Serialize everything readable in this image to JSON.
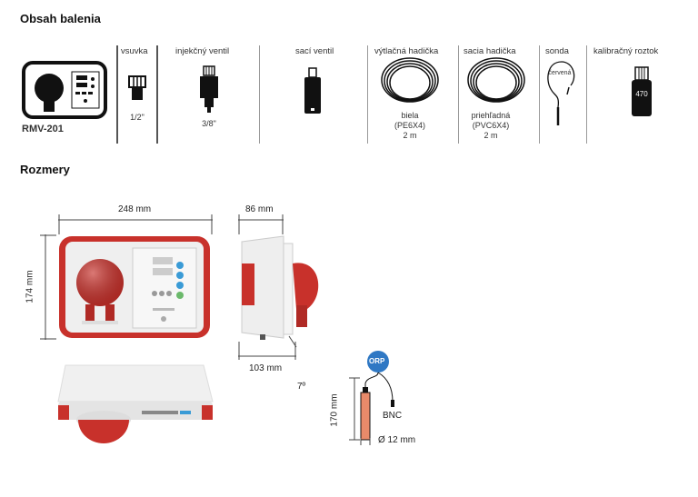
{
  "package_section": {
    "title": "Obsah balenia",
    "items": [
      {
        "label": "",
        "caption": [
          "RMV-201"
        ]
      },
      {
        "label": "vsuvka",
        "caption": [
          "1/2\""
        ]
      },
      {
        "label": "injekčný ventil",
        "caption": [
          "3/8\""
        ]
      },
      {
        "label": "sací ventil",
        "caption": []
      },
      {
        "label": "výtlačná hadička",
        "caption": [
          "biela",
          "(PE6X4)",
          "2 m"
        ]
      },
      {
        "label": "sacia hadička",
        "caption": [
          "priehľadná",
          "(PVC6X4)",
          "2 m"
        ]
      },
      {
        "label": "sonda",
        "caption": [
          "červená"
        ]
      },
      {
        "label": "kalibračný roztok",
        "caption": [
          "470"
        ]
      }
    ]
  },
  "dimensions_section": {
    "title": "Rozmery",
    "front_width": "248 mm",
    "front_height": "174 mm",
    "side_width": "86 mm",
    "side_depth": "103 mm",
    "angle": "7º",
    "probe_label": "ORP",
    "probe_length": "170 mm",
    "probe_connector": "BNC",
    "probe_diameter": "Ø 12 mm"
  },
  "colors": {
    "accent_red": "#c8312b",
    "panel_grey": "#e9e9e9",
    "probe_blue": "#2f78c4"
  }
}
